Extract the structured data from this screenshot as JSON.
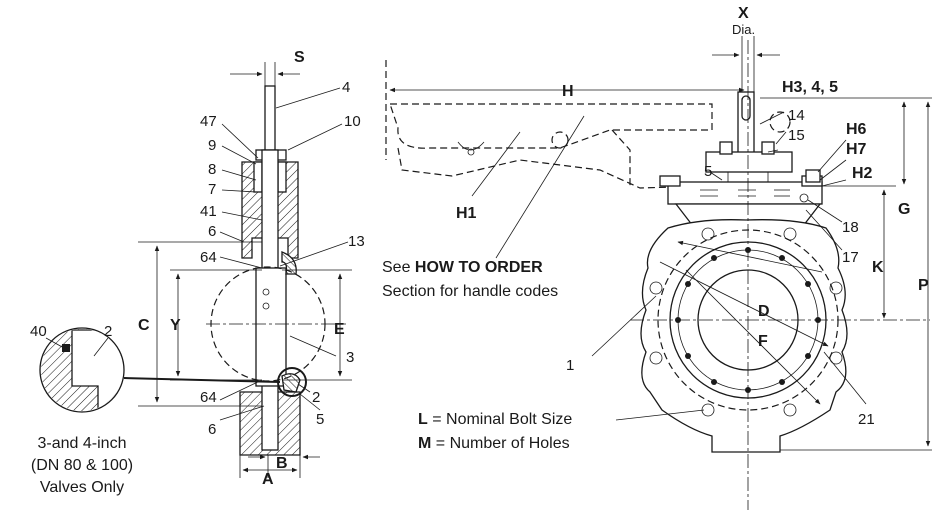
{
  "labels": {
    "S": "S",
    "four": "4",
    "fortyseven": "47",
    "ten": "10",
    "nine": "9",
    "eight": "8",
    "seven": "7",
    "fortyone": "41",
    "six_top": "6",
    "thirteen": "13",
    "sixtyfour_top": "64",
    "C": "C",
    "Y": "Y",
    "E": "E",
    "three": "3",
    "sixtyfour_bot": "64",
    "two_right": "2",
    "five_left": "5",
    "six_bot": "6",
    "A": "A",
    "B": "B",
    "forty": "40",
    "two_detail": "2",
    "X": "X",
    "dia": "Dia.",
    "H": "H",
    "H345": "H3, 4, 5",
    "fourteen": "14",
    "fifteen": "15",
    "H6": "H6",
    "H7": "H7",
    "H2": "H2",
    "five_right": "5",
    "G": "G",
    "P": "P",
    "H1": "H1",
    "eighteen": "18",
    "seventeen": "17",
    "K": "K",
    "D": "D",
    "F": "F",
    "one": "1",
    "twentyone": "21"
  },
  "detail_note": [
    "3-and 4-inch",
    "(DN 80 & 100)",
    "Valves Only"
  ],
  "handle_note": {
    "prefix": "See ",
    "bold": "HOW TO ORDER",
    "line2": "Section for handle codes"
  },
  "bolt_notes": {
    "L_letter": "L",
    "L_text": " = Nominal Bolt Size",
    "M_letter": "M",
    "M_text": " = Number of Holes"
  }
}
